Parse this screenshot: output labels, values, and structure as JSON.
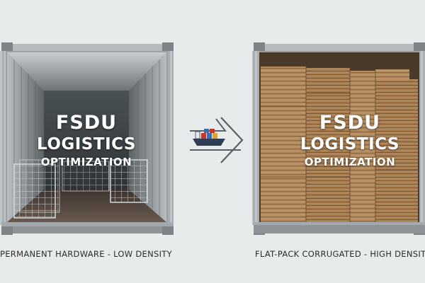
{
  "left_container": {
    "title_line1": "FSDU",
    "title_line2": "LOGISTICS",
    "title_line3": "OPTIMIZATION",
    "caption": "PERMANENT HARDWARE - LOW DENSITY"
  },
  "right_container": {
    "title_line1": "FSDU",
    "title_line2": "LOGISTICS",
    "title_line3": "OPTIMIZATION",
    "caption": "FLAT-PACK CORRUGATED - HIGH DENSITY"
  },
  "center_icon": "cargo-ship-arrow-icon",
  "colors": {
    "background": "#e8ebec",
    "container_frame": "#9aa0a3",
    "container_interior": "#3d4347",
    "cardboard": "#b38a5e",
    "arrow": "#5a6266"
  }
}
